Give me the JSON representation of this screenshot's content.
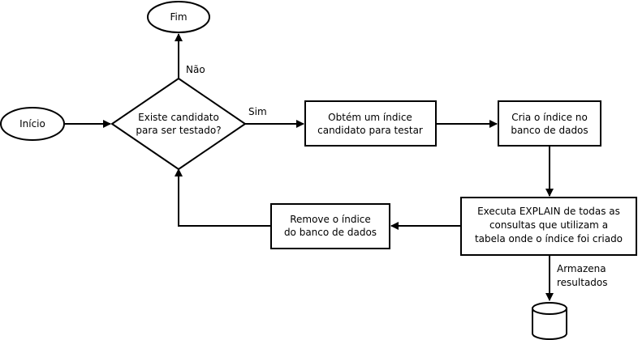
{
  "nodes": {
    "start": "Início",
    "end": "Fim",
    "decision": [
      "Existe candidato",
      "para ser testado?"
    ],
    "get_index": [
      "Obtém um índice",
      "candidato para testar"
    ],
    "create_index": [
      "Cria o índice no",
      "banco de dados"
    ],
    "explain": [
      "Executa EXPLAIN de todas as",
      "consultas que utilizam a",
      "tabela onde o índice foi criado"
    ],
    "remove_index": [
      "Remove o índice",
      "do banco de dados"
    ]
  },
  "edges": {
    "no": "Não",
    "yes": "Sim",
    "store": [
      "Armazena",
      "resultados"
    ]
  }
}
